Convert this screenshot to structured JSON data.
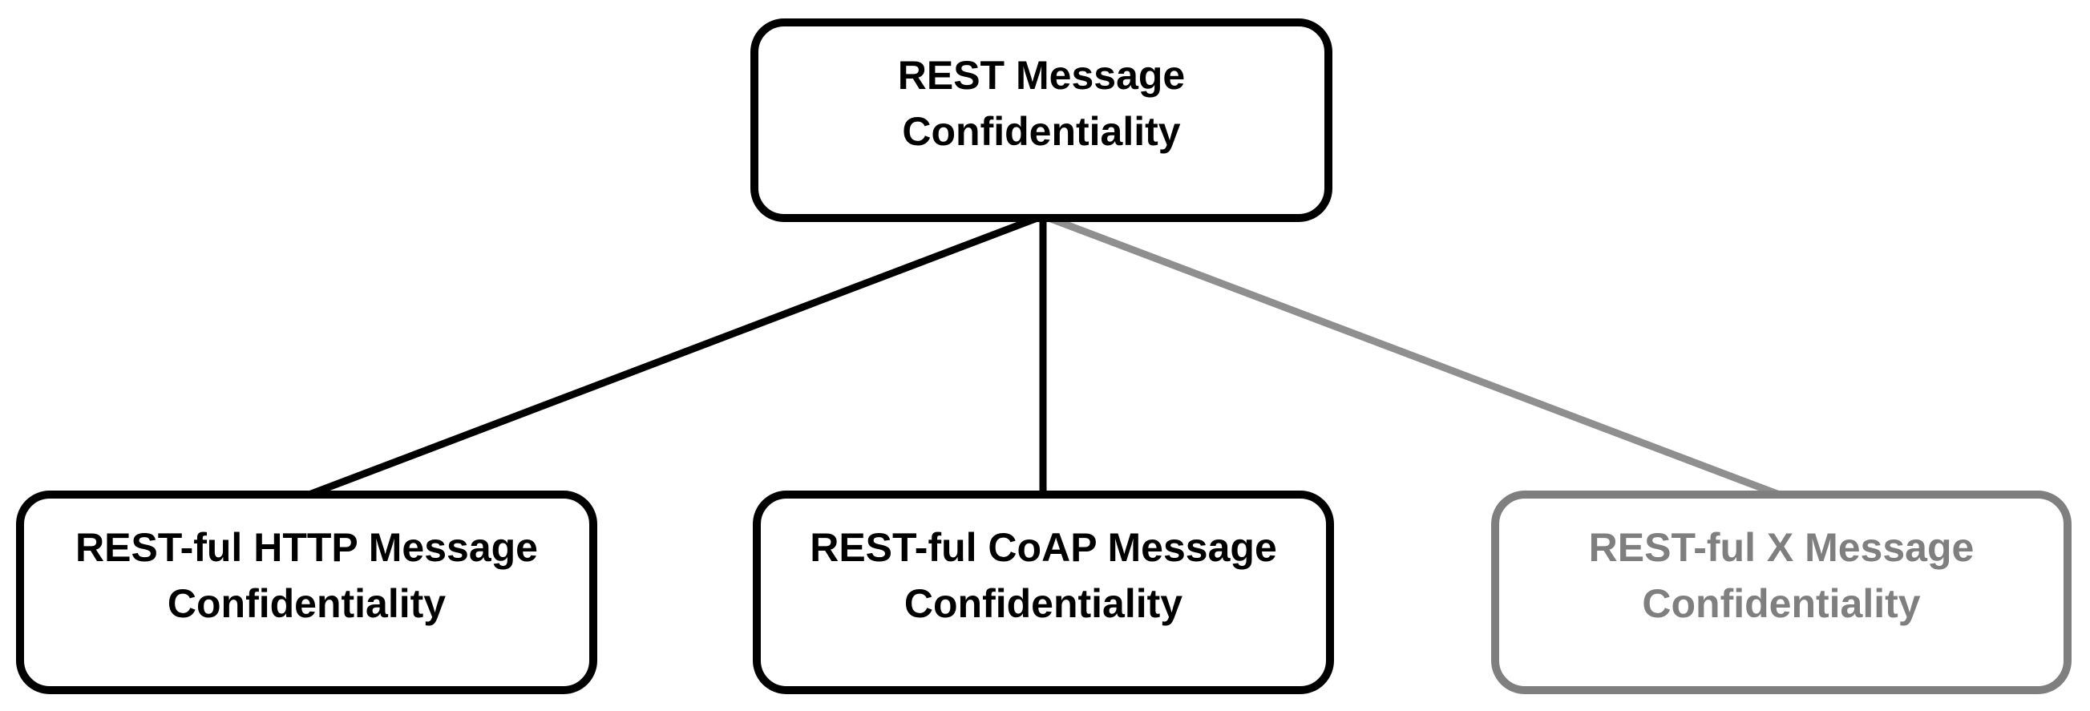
{
  "colors": {
    "background": "#ffffff",
    "primary": "#000000",
    "muted": "#7f7f7f",
    "muted_line": "#8f8f8f"
  },
  "diagram": {
    "type": "tree",
    "root": {
      "id": "rest-message-confidentiality",
      "label": "REST Message\nConfidentiality",
      "variant": "primary"
    },
    "children": [
      {
        "id": "restful-http-message-confidentiality",
        "label": "REST-ful HTTP Message\nConfidentiality",
        "variant": "primary"
      },
      {
        "id": "restful-coap-message-confidentiality",
        "label": "REST-ful CoAP Message\nConfidentiality",
        "variant": "primary"
      },
      {
        "id": "restful-x-message-confidentiality",
        "label": "REST-ful X Message\nConfidentiality",
        "variant": "muted"
      }
    ],
    "connectors": [
      {
        "from": "rest-message-confidentiality",
        "to": "restful-http-message-confidentiality",
        "color": "#000000"
      },
      {
        "from": "rest-message-confidentiality",
        "to": "restful-coap-message-confidentiality",
        "color": "#000000"
      },
      {
        "from": "rest-message-confidentiality",
        "to": "restful-x-message-confidentiality",
        "color": "#8f8f8f"
      }
    ]
  }
}
